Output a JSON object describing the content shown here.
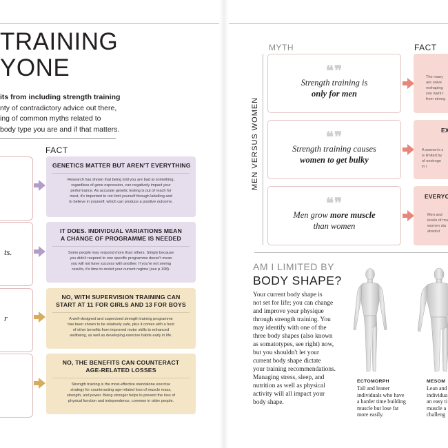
{
  "left_page": {
    "title_lines": [
      "TRAINING",
      "YONE"
    ],
    "intro_lead": "its from including strength training",
    "intro_lines": [
      "nty of contradictory advice out there,",
      "ing of common myths related to",
      "body type you are and if that matters."
    ],
    "fact_header": "FACT",
    "myth_fragments": [
      "",
      "ts.",
      "r",
      ""
    ],
    "facts": [
      {
        "heading": "GENETICS MATTER BUT AREN'T EVERYTHING",
        "body": "Research has shown that being told you are bad at something,\nregardless of gene expression, can negatively impact your\nperformance. As accurate genetic testing is out of reach for\nmost, it's important to not limit yourself through labelling and\nto believe in yourself, which can produce a positive outcome.",
        "color": "#e6dded"
      },
      {
        "heading": "IT DOES. INDIVIDUAL VARIATIONS MEAN\nA CHANGE OF PROGRAMME IS NEEDED",
        "body": "Some people may respond more than others. Simply because\nyou didn't respond to one specific programme doesn't mean\nyou will not have success with another. If you're not seeing\nresults, it's time to revisit your current regime (see p.198).",
        "color": "#e6dded"
      },
      {
        "heading": "NO, WITH SUPERVISION TRAINING CAN\nSTART AT 11 FOR GIRLS AND 13 FOR BOYS",
        "body": "A well-designed and supervised strength training programme\nhas been shown to be relatively safe, plus it comes with a host\nof other benefits from improved motor skills to enhanced\nwellbeing, as well as developing exercise habits early in life.",
        "color": "#f3e5c6"
      },
      {
        "heading": "NO, THE BENEFITS CAN COUNTERACT\nAGE-RELATED LOSSES",
        "body": "Strength training is the most-effective standalone exercise\nstrategy for counteracting age-related loss of muscle mass,\nstrength, and power. Being stronger helps to prevent the loss of\nphysical function and independence, common in older people.",
        "color": "#f3e5c6"
      }
    ]
  },
  "right_page": {
    "section_label": "MEN VERSUS WOMEN",
    "myth_header": "MYTH",
    "fact_header": "FACT",
    "quote_mark": "❝❞",
    "myths": [
      {
        "line1_pre": "Strength training is",
        "line1_bold": "",
        "line2_pre": "",
        "line2_bold": "only for men"
      },
      {
        "line1_pre": "Strength training causes",
        "line1_bold": "",
        "line2_pre": "",
        "line2_bold": "women to get bulky"
      },
      {
        "line1_pre": "Men grow ",
        "line1_bold": "more muscle",
        "line2_pre": "than women",
        "line2_bold": ""
      }
    ],
    "facts": [
      {
        "heading": "",
        "body": "The many\nare unive\nreshaping\nyou want t\nfrom streng"
      },
      {
        "heading": "EX",
        "body": "A women's s\nis limited by\nof oestroge\nin r"
      },
      {
        "heading": "EVERYO",
        "body": "Men and\nlevels of mu\nwomen sta\nabsolut"
      }
    ],
    "limited_heading": "AM I LIMITED BY",
    "shape_heading": "BODY SHAPE?",
    "body_text_lines": [
      "Your current body shape is",
      "not set for life; you can change",
      "and improve your physique",
      "through strength training. You",
      "may identify with one of the",
      "three body shapes (also known",
      "as somatotypes, see right) now,",
      "but you shouldn't let your",
      "current body shape dictate",
      "your training recommendations.",
      "Managing stress, sleep, and",
      "nutrition as well as physical",
      "activity will all impact your",
      "body shape."
    ],
    "somatotypes": [
      {
        "name": "ECTOMORPH",
        "lines": [
          "Tall and leaner",
          "individuals who have",
          "a harder time building",
          "muscle but lose fat",
          "more easily."
        ]
      },
      {
        "name": "MESOM",
        "lines": [
          "Lean and",
          "individua",
          "an easy ti",
          "muscle a",
          "challeng"
        ]
      }
    ]
  },
  "colors": {
    "purple_card": "#e6dded",
    "tan_card": "#f3e5c6",
    "pink_card": "#f8d8d2",
    "purple_arrow": "#b29dc8",
    "tan_arrow": "#d6ad5a",
    "pink_arrow": "#e8867a"
  }
}
